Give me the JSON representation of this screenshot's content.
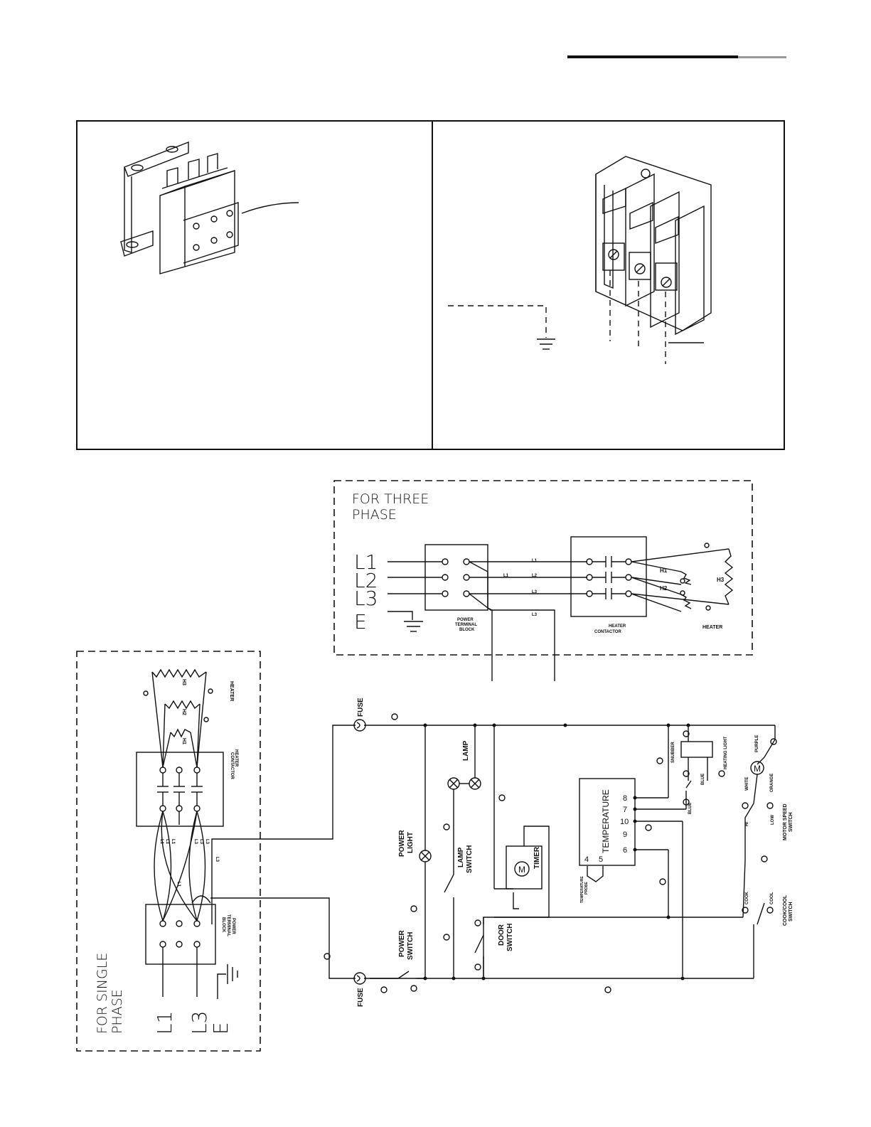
{
  "three_phase": {
    "heading_line1": "FOR THREE",
    "heading_line2": "PHASE",
    "line_l1": "L1",
    "line_l2": "L2",
    "line_l3": "L3",
    "earth": "E",
    "wire_l1": "L1",
    "wire_l2": "L2",
    "wire_l3": "L3",
    "wire_l1b": "L1",
    "wire_l3b": "L3",
    "power_block": [
      "POWER",
      "TERMINAL",
      "BLOCK"
    ],
    "contactor": [
      "HEATER",
      "CONTACTOR"
    ],
    "heater": "HEATER",
    "h1": "H1",
    "h2": "H2",
    "h3": "H3"
  },
  "single_phase": {
    "heading_line1": "FOR SINGLE",
    "heading_line2": "PHASE",
    "line_l1": "L1",
    "line_l3": "L3",
    "earth": "E",
    "power_block": [
      "POWER",
      "TERMINAL",
      "BLOCK"
    ],
    "contactor": [
      "HEATER",
      "CONTACTOR"
    ],
    "heater": "HEATER",
    "h1": "H1",
    "h2": "H2",
    "h3": "H3",
    "wire_labels": [
      "L1",
      "L1",
      "L1",
      "L3",
      "L3",
      "L3",
      "L3",
      "L1"
    ]
  },
  "control": {
    "fuse_top": "FUSE",
    "fuse_bottom": "FUSE",
    "lamp": "LAMP",
    "power_light": [
      "POWER",
      "LIGHT"
    ],
    "lamp_switch": [
      "LAMP",
      "SWITCH"
    ],
    "power_switch": [
      "POWER",
      "SWITCH"
    ],
    "door_switch": [
      "DOOR",
      "SWITCH"
    ],
    "timer": "TIMER",
    "motor": "M",
    "temperature": "TEMPERATURE",
    "temp_terminals": [
      "8",
      "7",
      "10",
      "9",
      "6"
    ],
    "temp_probe_terminals": [
      "4",
      "5"
    ],
    "temperature_probe": [
      "TEMPERATURE",
      "PROBE"
    ],
    "snubber": "SNUBBER",
    "heating_light": "HEATING LIGHT",
    "blue_1": "BLUE",
    "blue_2": "BLUE",
    "purple": "PURPLE",
    "white": "WHITE",
    "orange": "ORANGE",
    "hi": "HI",
    "low": "LOW",
    "motor_speed_switch": [
      "MOTOR SPEED",
      "SWITCH"
    ],
    "cook": "COOK",
    "cool": "COOL",
    "cook_cool_switch": [
      "COOK/COOL",
      "SWITCH"
    ]
  },
  "colors": {
    "ink": "#111111",
    "rule_grey": "#9a9a9a"
  }
}
